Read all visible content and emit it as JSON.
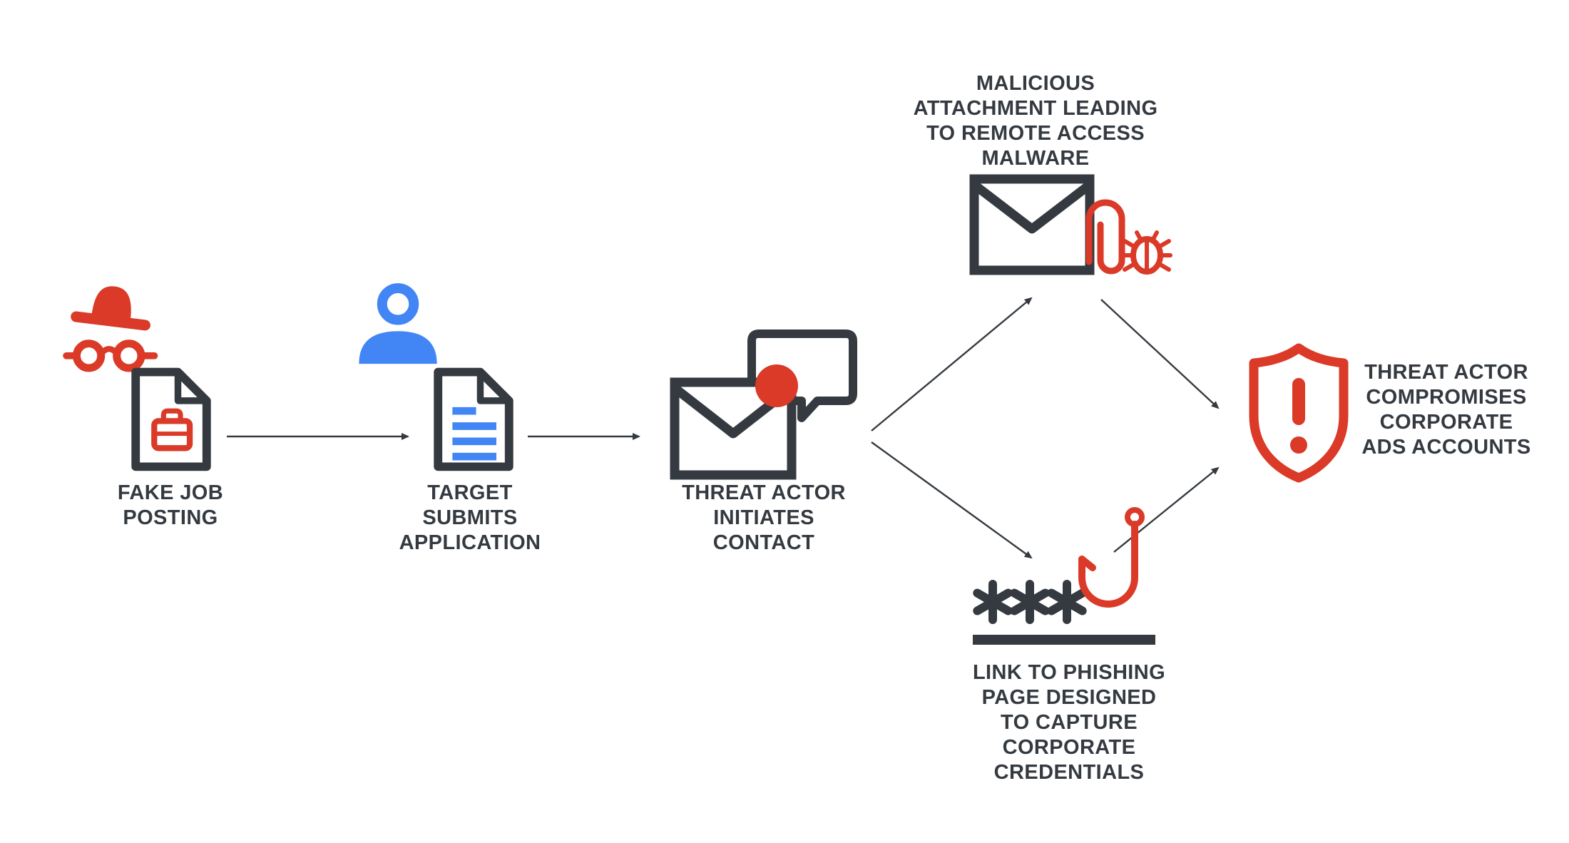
{
  "diagram": {
    "background": "#ffffff",
    "colors": {
      "dark": "#343a40",
      "red": "#da3a27",
      "blue": "#4285f4"
    },
    "nodes": {
      "fake_job": {
        "lines": [
          "FAKE JOB",
          "POSTING"
        ],
        "icons": [
          "incognito-spy-icon",
          "job-posting-document-icon"
        ]
      },
      "target": {
        "lines": [
          "TARGET",
          "SUBMITS",
          "APPLICATION"
        ],
        "icons": [
          "person-icon",
          "application-document-icon"
        ]
      },
      "contact": {
        "lines": [
          "THREAT ACTOR",
          "INITIATES",
          "CONTACT"
        ],
        "icons": [
          "email-message-icon",
          "chat-bubble-icon",
          "notification-dot-icon"
        ]
      },
      "attachment": {
        "lines": [
          "MALICIOUS",
          "ATTACHMENT LEADING",
          "TO REMOTE ACCESS",
          "MALWARE"
        ],
        "icons": [
          "email-icon",
          "paperclip-icon",
          "malware-bug-icon"
        ]
      },
      "phishing": {
        "lines": [
          "LINK TO PHISHING",
          "PAGE DESIGNED",
          "TO CAPTURE",
          "CORPORATE",
          "CREDENTIALS"
        ],
        "icons": [
          "password-asterisks-icon",
          "phishing-hook-icon",
          "underline-bar"
        ]
      },
      "compromise": {
        "lines": [
          "THREAT ACTOR",
          "COMPROMISES",
          "CORPORATE",
          "ADS ACCOUNTS"
        ],
        "icons": [
          "alert-shield-icon"
        ]
      }
    },
    "edges": [
      {
        "from": "fake_job",
        "to": "target"
      },
      {
        "from": "target",
        "to": "contact"
      },
      {
        "from": "contact",
        "to": "attachment"
      },
      {
        "from": "contact",
        "to": "phishing"
      },
      {
        "from": "attachment",
        "to": "compromise"
      },
      {
        "from": "phishing",
        "to": "compromise"
      }
    ]
  }
}
